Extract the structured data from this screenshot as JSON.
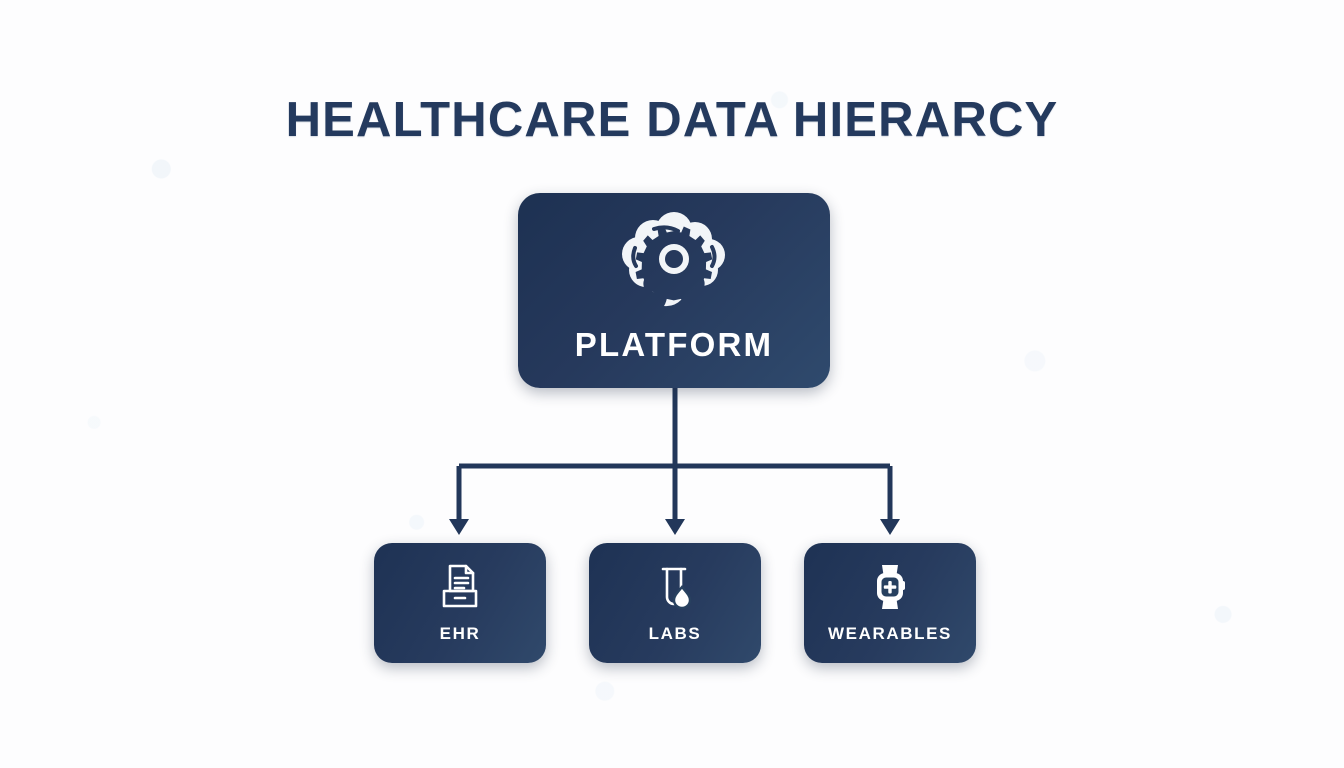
{
  "page": {
    "title": "HEALTHCARE DATA HIERARCY",
    "background_color": "#fdfdfe",
    "accent_color": "#243a5e",
    "node_fill_dark": "#1e3254",
    "node_fill_light": "#30496b",
    "node_text_color": "#ffffff",
    "connector_color": "#22375a"
  },
  "diagram": {
    "type": "hierarchy-tree",
    "root": {
      "label": "PLATFORM",
      "icon": "brain-gear-icon"
    },
    "children": [
      {
        "label": "EHR",
        "icon": "document-tray-icon"
      },
      {
        "label": "LABS",
        "icon": "test-tube-droplet-icon"
      },
      {
        "label": "WEARABLES",
        "icon": "smartwatch-plus-icon"
      }
    ]
  }
}
